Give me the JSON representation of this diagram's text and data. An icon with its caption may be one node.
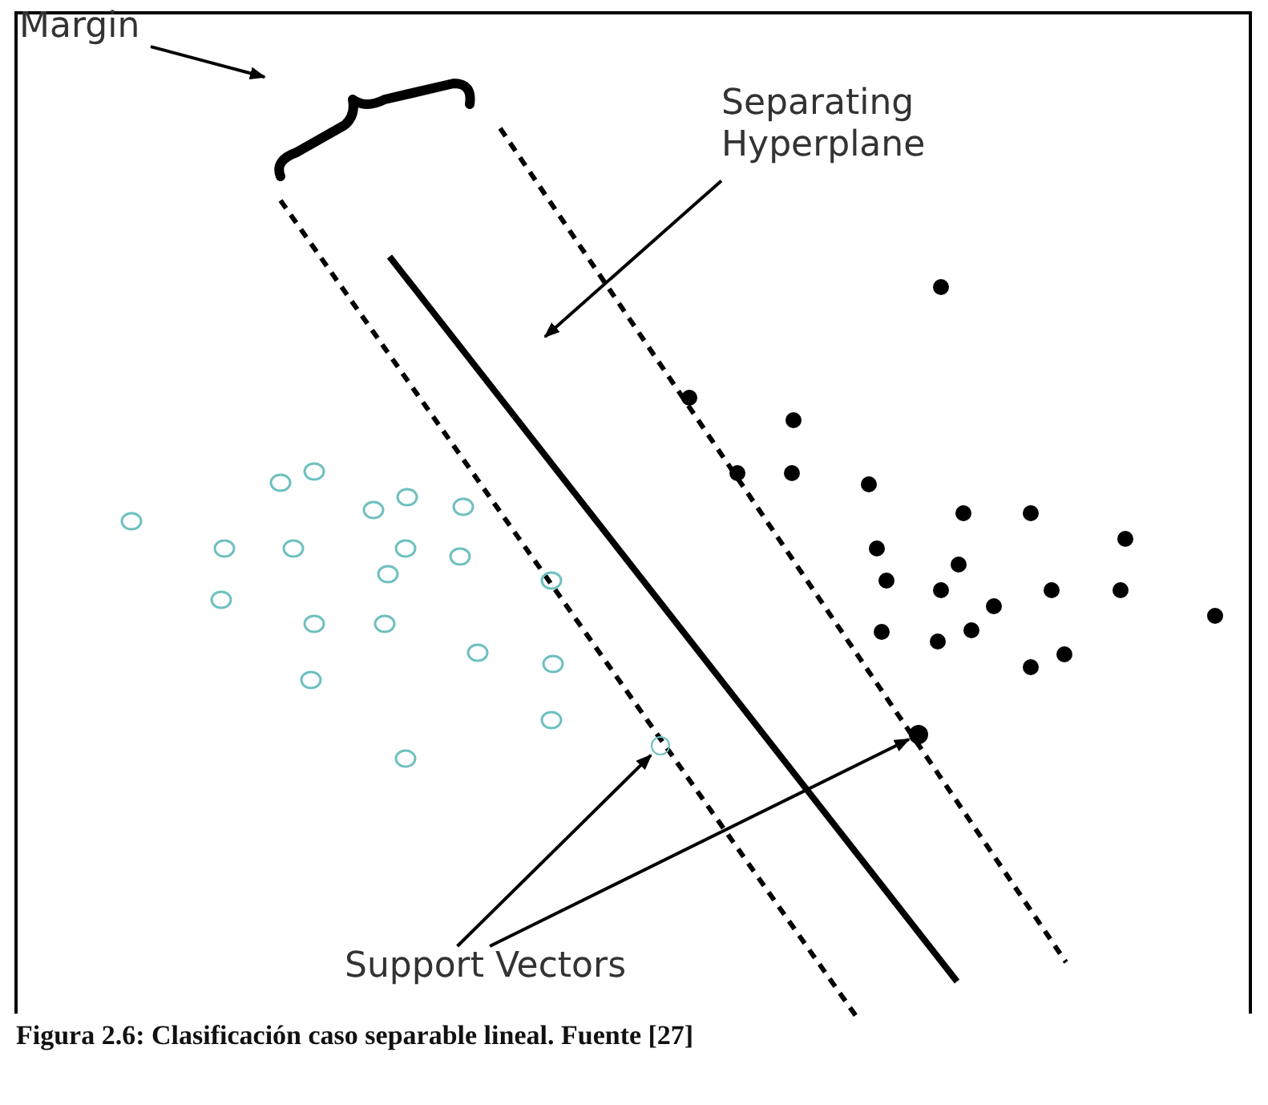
{
  "diagram": {
    "caption": "Figura 2.6: Clasificación caso separable lineal. Fuente [27]",
    "nodes": [
      {
        "text": [
          "Margin"
        ]
      },
      {
        "text": [],
        "shape": "bracket"
      },
      {
        "text": [
          "Separating Hyperplane"
        ]
      },
      {
        "text": [
          "Support Vectors"
        ]
      },
      {
        "text": [],
        "shape": "circle"
      },
      {
        "text": [],
        "shape": "circle"
      }
    ],
    "edges": [
      {
        "from": 0,
        "to": 1,
        "arrow": "to"
      },
      {
        "from": 2,
        "to": null,
        "arrow": "to"
      },
      {
        "from": 3,
        "to": 4,
        "arrow": "to"
      },
      {
        "from": 3,
        "to": 5,
        "arrow": "to"
      }
    ]
  }
}
